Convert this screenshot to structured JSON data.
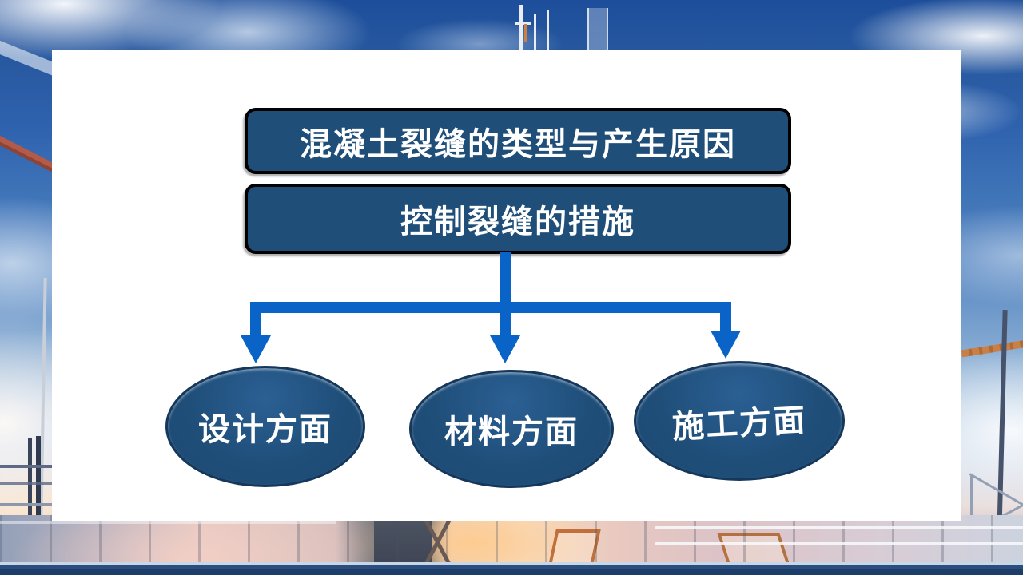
{
  "slide": {
    "diagram": {
      "top_box_label": "混凝土裂缝的类型与产生原因",
      "second_box_label": "控制裂缝的措施",
      "branch_labels": [
        "设计方面",
        "材料方面",
        "施工方面"
      ]
    },
    "colors": {
      "shape_fill": "#1F4E79",
      "box_border": "#000000",
      "ellipse_border": "#16375C",
      "arrow": "#0A64C8",
      "text": "#FFFFFF",
      "card_background": "#FFFFFF"
    }
  }
}
